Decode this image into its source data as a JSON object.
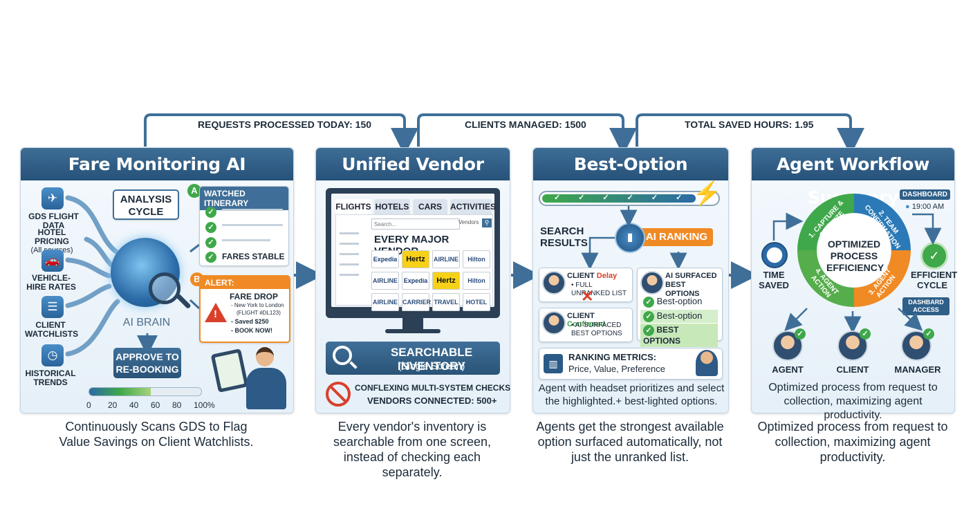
{
  "metrics": {
    "requests": "REQUESTS PROCESSED TODAY: 150",
    "clients": "CLIENTS MANAGED: 1500",
    "hours": "TOTAL SAVED HOURS: 1.95"
  },
  "panel1": {
    "title": "Fare Monitoring AI",
    "sources": [
      {
        "label": "GDS FLIGHT DATA",
        "sub": "",
        "icon": "plane-icon"
      },
      {
        "label": "HOTEL PRICING",
        "sub": "(All sources)",
        "icon": "hotel-icon"
      },
      {
        "label": "VEHICLE-HIRE RATES",
        "sub": "",
        "icon": "car-icon"
      },
      {
        "label": "CLIENT WATCHLISTS",
        "sub": "",
        "icon": "list-icon"
      },
      {
        "label": "HISTORICAL TRENDS",
        "sub": "",
        "icon": "clock-icon"
      }
    ],
    "analysis": "ANALYSIS CYCLE",
    "brain": "AI BRAIN",
    "badge_a": "A",
    "badge_b": "B",
    "watched": "WATCHED ITINERARY",
    "stable": "FARES STABLE",
    "alert_label": "ALERT:",
    "fare_drop": "FARE DROP",
    "fare_route": "- New York to London",
    "fare_flight": "(FLIGHT #DL123)",
    "fare_saved": "- Saved $250",
    "fare_book": "- BOOK NOW!",
    "approve": "APPROVE TO RE-BOOKING",
    "progress": 0.55,
    "ticks": [
      "0",
      "20",
      "40",
      "60",
      "80",
      "100%"
    ],
    "caption": "Continuously Scans GDS to Flag Value Savings on Client Watchlists."
  },
  "panel2": {
    "title": "Unified Vendor Search",
    "tabs": [
      "FLIGHTS",
      "HOTELS",
      "CARS",
      "ACTIVITIES"
    ],
    "search_placeholder": "Search...",
    "vendors_label": "Vendors",
    "heading": "EVERY MAJOR VENDOR",
    "vendors": [
      "Expedia",
      "Hertz",
      "AIRLINE",
      "Hilton",
      "AIRLINE",
      "Expedia",
      "Hertz",
      "Hilton",
      "AIRLINE",
      "CARRIER",
      "TRAVEL",
      "HOTEL"
    ],
    "inventory": "SEARCHABLE INVENTORY",
    "inventory_sub": "(Single Screen)",
    "conflict": "CONFLEXING MULTI-SYSTEM CHECKS",
    "vendors_connected": "VENDORS CONNECTED: 500+",
    "caption": "Every vendor's inventory is searchable from one screen, instead of checking each separately."
  },
  "panel3": {
    "title": "Best-Option Surfacing",
    "search_results": "SEARCH RESULTS",
    "ai_ranking": "AI RANKING",
    "client_delay_a": "CLIENT",
    "client_delay_b": "Delay",
    "full_unranked": "• FULL UNRANKED LIST",
    "client_conf_a": "CLIENT",
    "client_conf_b": "Confirmed",
    "ai_surfaced_small": "• AI SURFACED BEST OPTIONS",
    "surfaced_title": "AI SURFACED BEST OPTIONS",
    "best1": "Best-option",
    "best2": "Best-option",
    "best3": "BEST OPTIONS",
    "metrics_title": "RANKING METRICS:",
    "metrics_sub": "Price, Value, Preference",
    "note": "Agent with headset prioritizes and select the highlighted.+ best-lighted options.",
    "caption": "Agents get the strongest available option surfaced automatically, not just the unranked list."
  },
  "panel4": {
    "title": "Agent Workflow Summary",
    "dashboard": "DASHBOARD",
    "time": "19:00 AM",
    "seg1": "1. CAPTURE & OPTIMIZE",
    "seg2": "2. TEAM CONFIRMATION",
    "seg3": "3. AGENT ACTION",
    "seg4": "4. AGENT ACTION",
    "center": "OPTIMIZED PROCESS EFFICIENCY",
    "time_saved": "TIME SAVED",
    "efficient": "EFFICIENT CYCLE",
    "access": "DASHBARD ACCESS",
    "roles": [
      "AGENT",
      "CLIENT",
      "MANAGER"
    ],
    "note": "Optimized process from request to collection, maximizing agent productivity.",
    "caption": "Optimized process from request to collection, maximizing agent productivity."
  },
  "colors": {
    "header": "#2f5f88",
    "green": "#3fa84a",
    "orange": "#f08a24",
    "alert": "#d9402b"
  }
}
